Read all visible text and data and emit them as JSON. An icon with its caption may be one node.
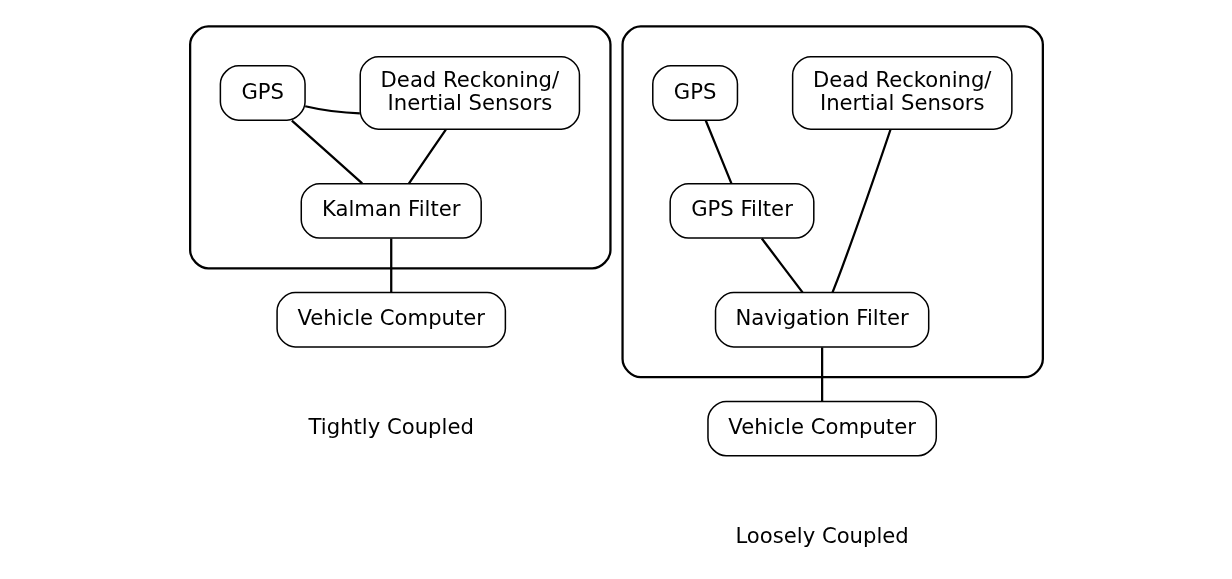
{
  "diagram": {
    "nodes": [
      {
        "text": [],
        "shape": "box"
      },
      {
        "text": [
          "GPS"
        ],
        "in": 0
      },
      {
        "text": [
          "Dead Reckoning/ Inertial Sensors"
        ],
        "in": 0
      },
      {
        "text": [
          "Kalman Filter"
        ],
        "in": 0
      },
      {
        "text": [
          "Vehicle Computer"
        ]
      },
      {
        "text": [],
        "shape": "box"
      },
      {
        "text": [
          "GPS"
        ],
        "in": 5
      },
      {
        "text": [
          "Dead Reckoning/ Inertial Sensors"
        ],
        "in": 5
      },
      {
        "text": [
          "GPS Filter"
        ],
        "in": 5
      },
      {
        "text": [
          "Navigation Filter"
        ],
        "in": 5
      },
      {
        "text": [
          "Vehicle Computer"
        ]
      }
    ],
    "edges": [
      {
        "from": 1,
        "to": 2,
        "arrow": "none"
      },
      {
        "from": 1,
        "to": 3,
        "arrow": "none"
      },
      {
        "from": 2,
        "to": 3,
        "arrow": "none"
      },
      {
        "from": 3,
        "to": 4,
        "arrow": "none"
      },
      {
        "from": 6,
        "to": 8,
        "arrow": "none"
      },
      {
        "from": 8,
        "to": 9,
        "arrow": "none"
      },
      {
        "from": 7,
        "to": 9,
        "arrow": "none"
      },
      {
        "from": 9,
        "to": 10,
        "arrow": "none"
      }
    ],
    "labels": [
      "Tightly Coupled",
      "Loosely Coupled"
    ]
  }
}
